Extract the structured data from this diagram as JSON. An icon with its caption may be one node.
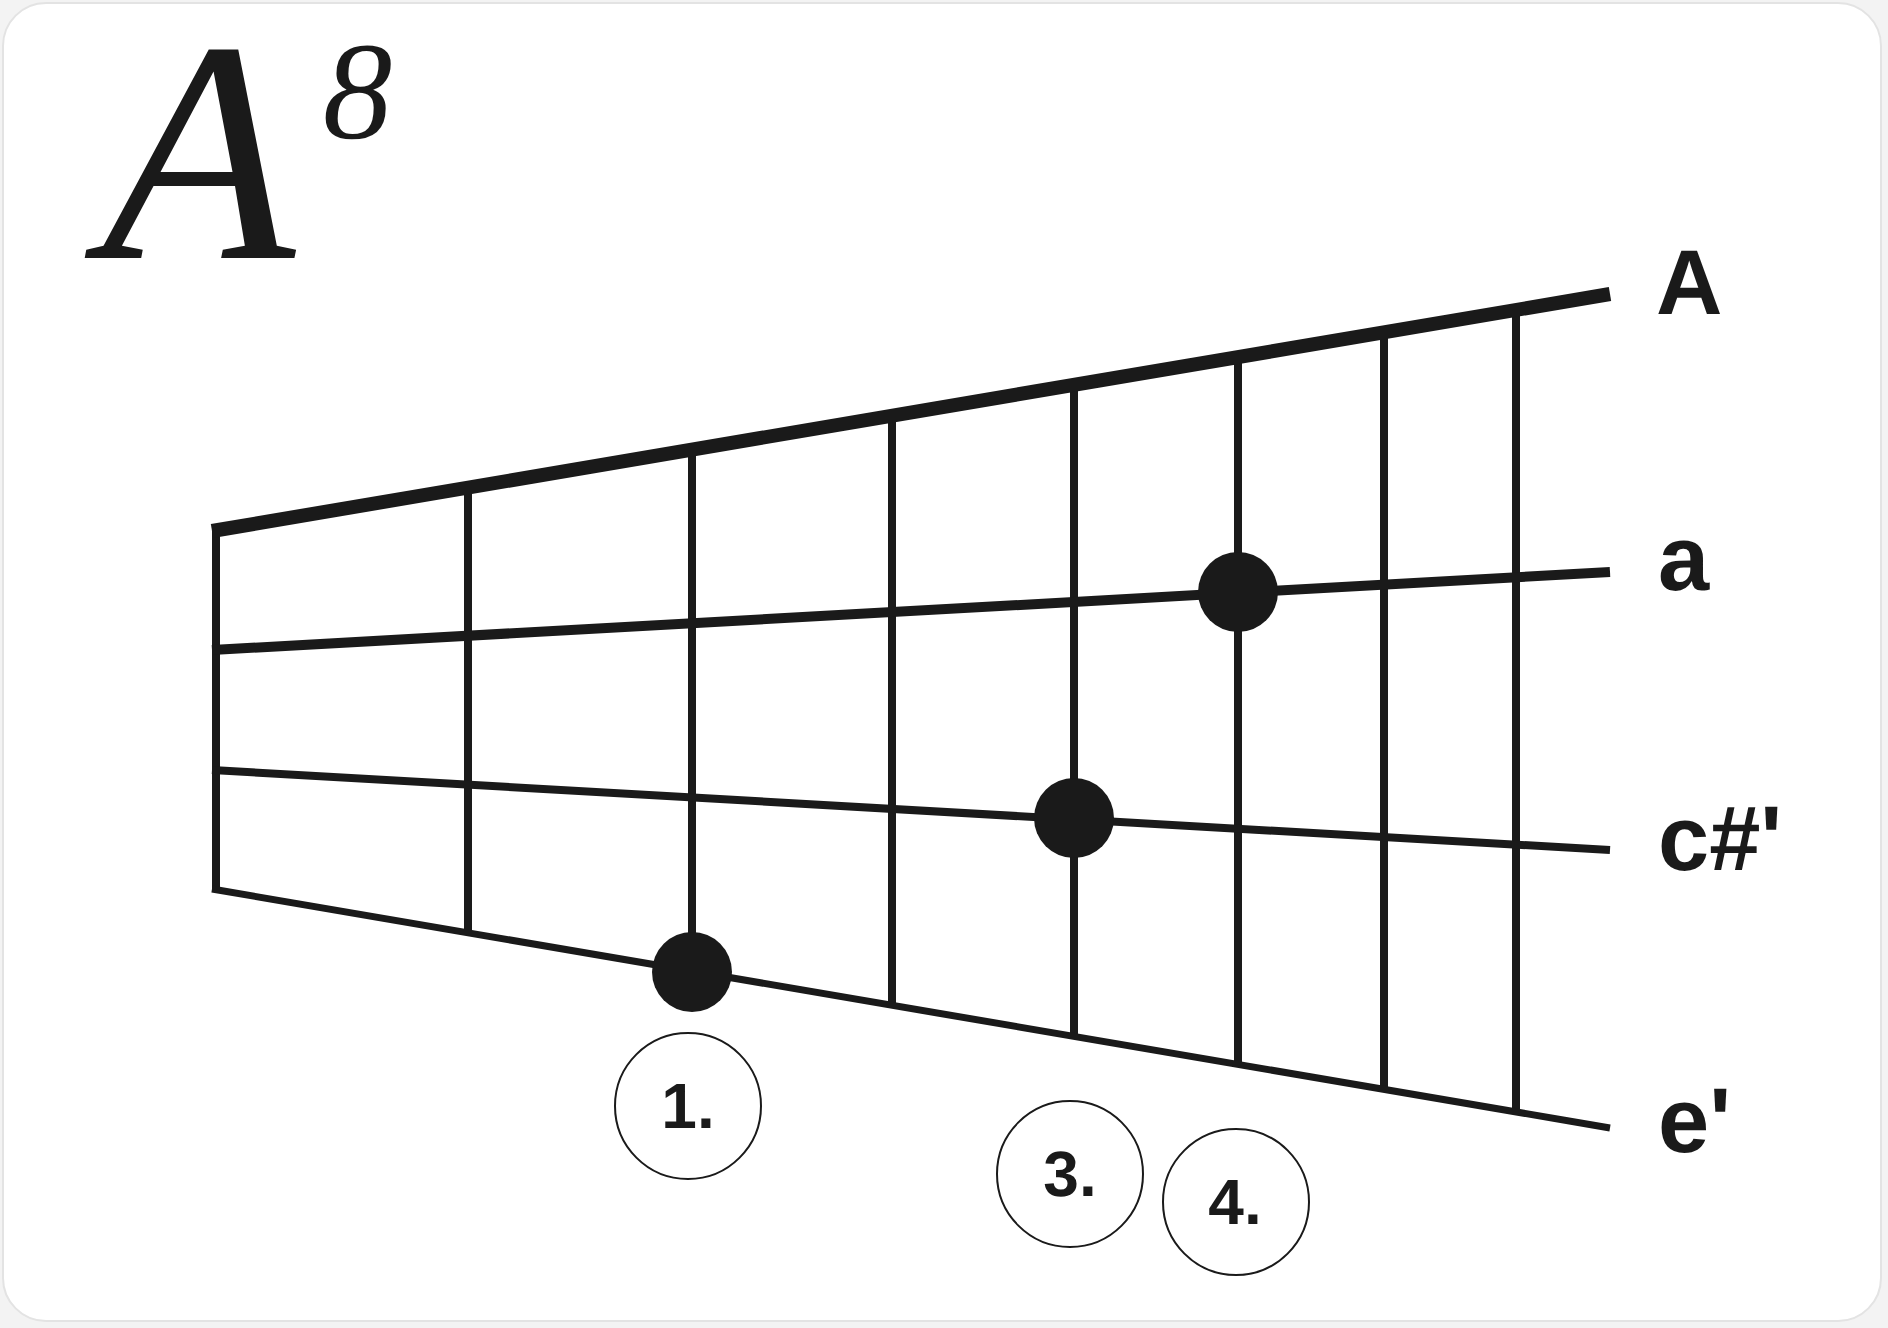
{
  "diagram": {
    "title": "A$^{8}$",
    "nodes": [
      {
        "text": [],
        "shape": "circle"
      },
      {
        "text": [],
        "shape": "circle"
      },
      {
        "text": [],
        "shape": "circle"
      },
      {
        "text": [
          "1."
        ]
      },
      {
        "text": [
          "3."
        ]
      },
      {
        "text": [
          "4."
        ]
      }
    ],
    "labels": [
      "A",
      "a",
      "c#'",
      "e'"
    ]
  }
}
